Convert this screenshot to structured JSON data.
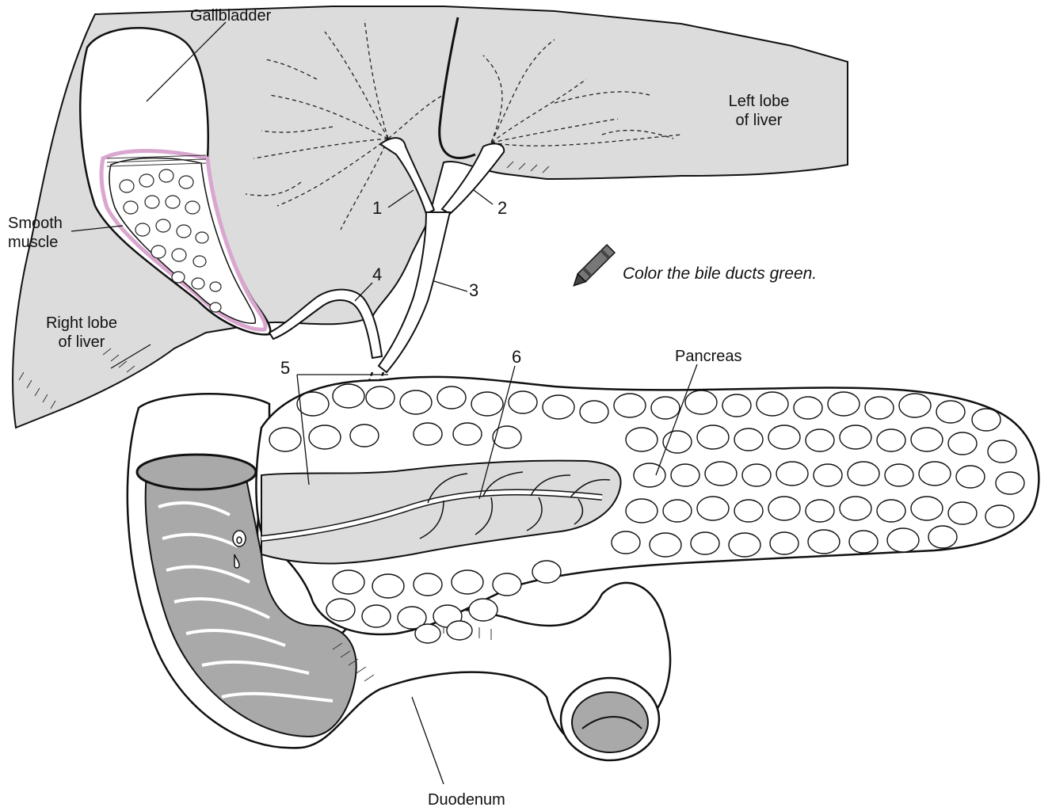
{
  "labels": {
    "gallbladder": "Gallbladder",
    "left_lobe_line1": "Left lobe",
    "left_lobe_line2": "of liver",
    "smooth_muscle_line1": "Smooth",
    "smooth_muscle_line2": "muscle",
    "right_lobe_line1": "Right lobe",
    "right_lobe_line2": "of liver",
    "pancreas": "Pancreas",
    "duodenum": "Duodenum"
  },
  "numbers": [
    "1",
    "2",
    "3",
    "4",
    "5",
    "6"
  ],
  "instruction": "Color the bile ducts green.",
  "icons": {
    "crayon": "crayon-icon"
  },
  "colors": {
    "liver_fill": "#dcdcdc",
    "duodenum_lumen": "#a9a9a9",
    "gallbladder_wall": "#d9a6cf",
    "outline": "#111111"
  }
}
